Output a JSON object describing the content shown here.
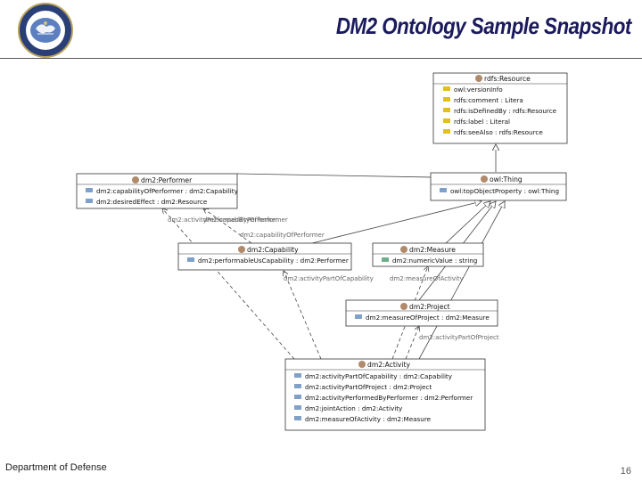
{
  "header": {
    "title": "DM2 Ontology Sample Snapshot"
  },
  "footer": {
    "left": "Department of Defense",
    "page_number": "16"
  },
  "colors": {
    "title": "#1a1a5c",
    "class_icon": "#b08a6a",
    "property_icon_object": "#7fa0c8",
    "property_icon_data": "#6fae8a",
    "property_icon_annotation": "#e0c020"
  },
  "classes": {
    "resource": {
      "name": "rdfs:Resource",
      "props": [
        "owl:versionInfo",
        "rdfs:comment : Litera",
        "rdfs:isDefinedBy : rdfs:Resource",
        "rdfs:label : Literal",
        "rdfs:seeAlso : rdfs:Resource"
      ]
    },
    "thing": {
      "name": "owl:Thing",
      "props": [
        "owl:topObjectProperty : owl:Thing"
      ]
    },
    "performer": {
      "name": "dm2:Performer",
      "props": [
        "dm2:capabilityOfPerformer : dm2:Capability",
        "dm2:desiredEffect : dm2:Resource"
      ]
    },
    "capability": {
      "name": "dm2:Capability",
      "props": [
        "dm2:performableUsCapability : dm2:Performer"
      ]
    },
    "measure": {
      "name": "dm2:Measure",
      "props": [
        "dm2:numericValue : string"
      ]
    },
    "project": {
      "name": "dm2:Project",
      "props": [
        "dm2:measureOfProject : dm2:Measure"
      ]
    },
    "activity": {
      "name": "dm2:Activity",
      "props": [
        "dm2:activityPartOfCapability : dm2:Capability",
        "dm2:activityPartOfProject : dm2:Project",
        "dm2:activityPerformedByPerformer : dm2:Performer",
        "dm2:jointAction : dm2:Activity",
        "dm2:measureOfActivity : dm2:Measure"
      ]
    }
  },
  "edge_labels": {
    "performed_by": "dm2:activityPerformedByPerformer",
    "capability_of": "dm2:capabilityOfPerformer",
    "part_of_capability": "dm2:activityPartOfCapability",
    "measure_of_activity": "dm2:measureOfActivity",
    "part_of_project": "dm2:activityPartOfProject"
  }
}
